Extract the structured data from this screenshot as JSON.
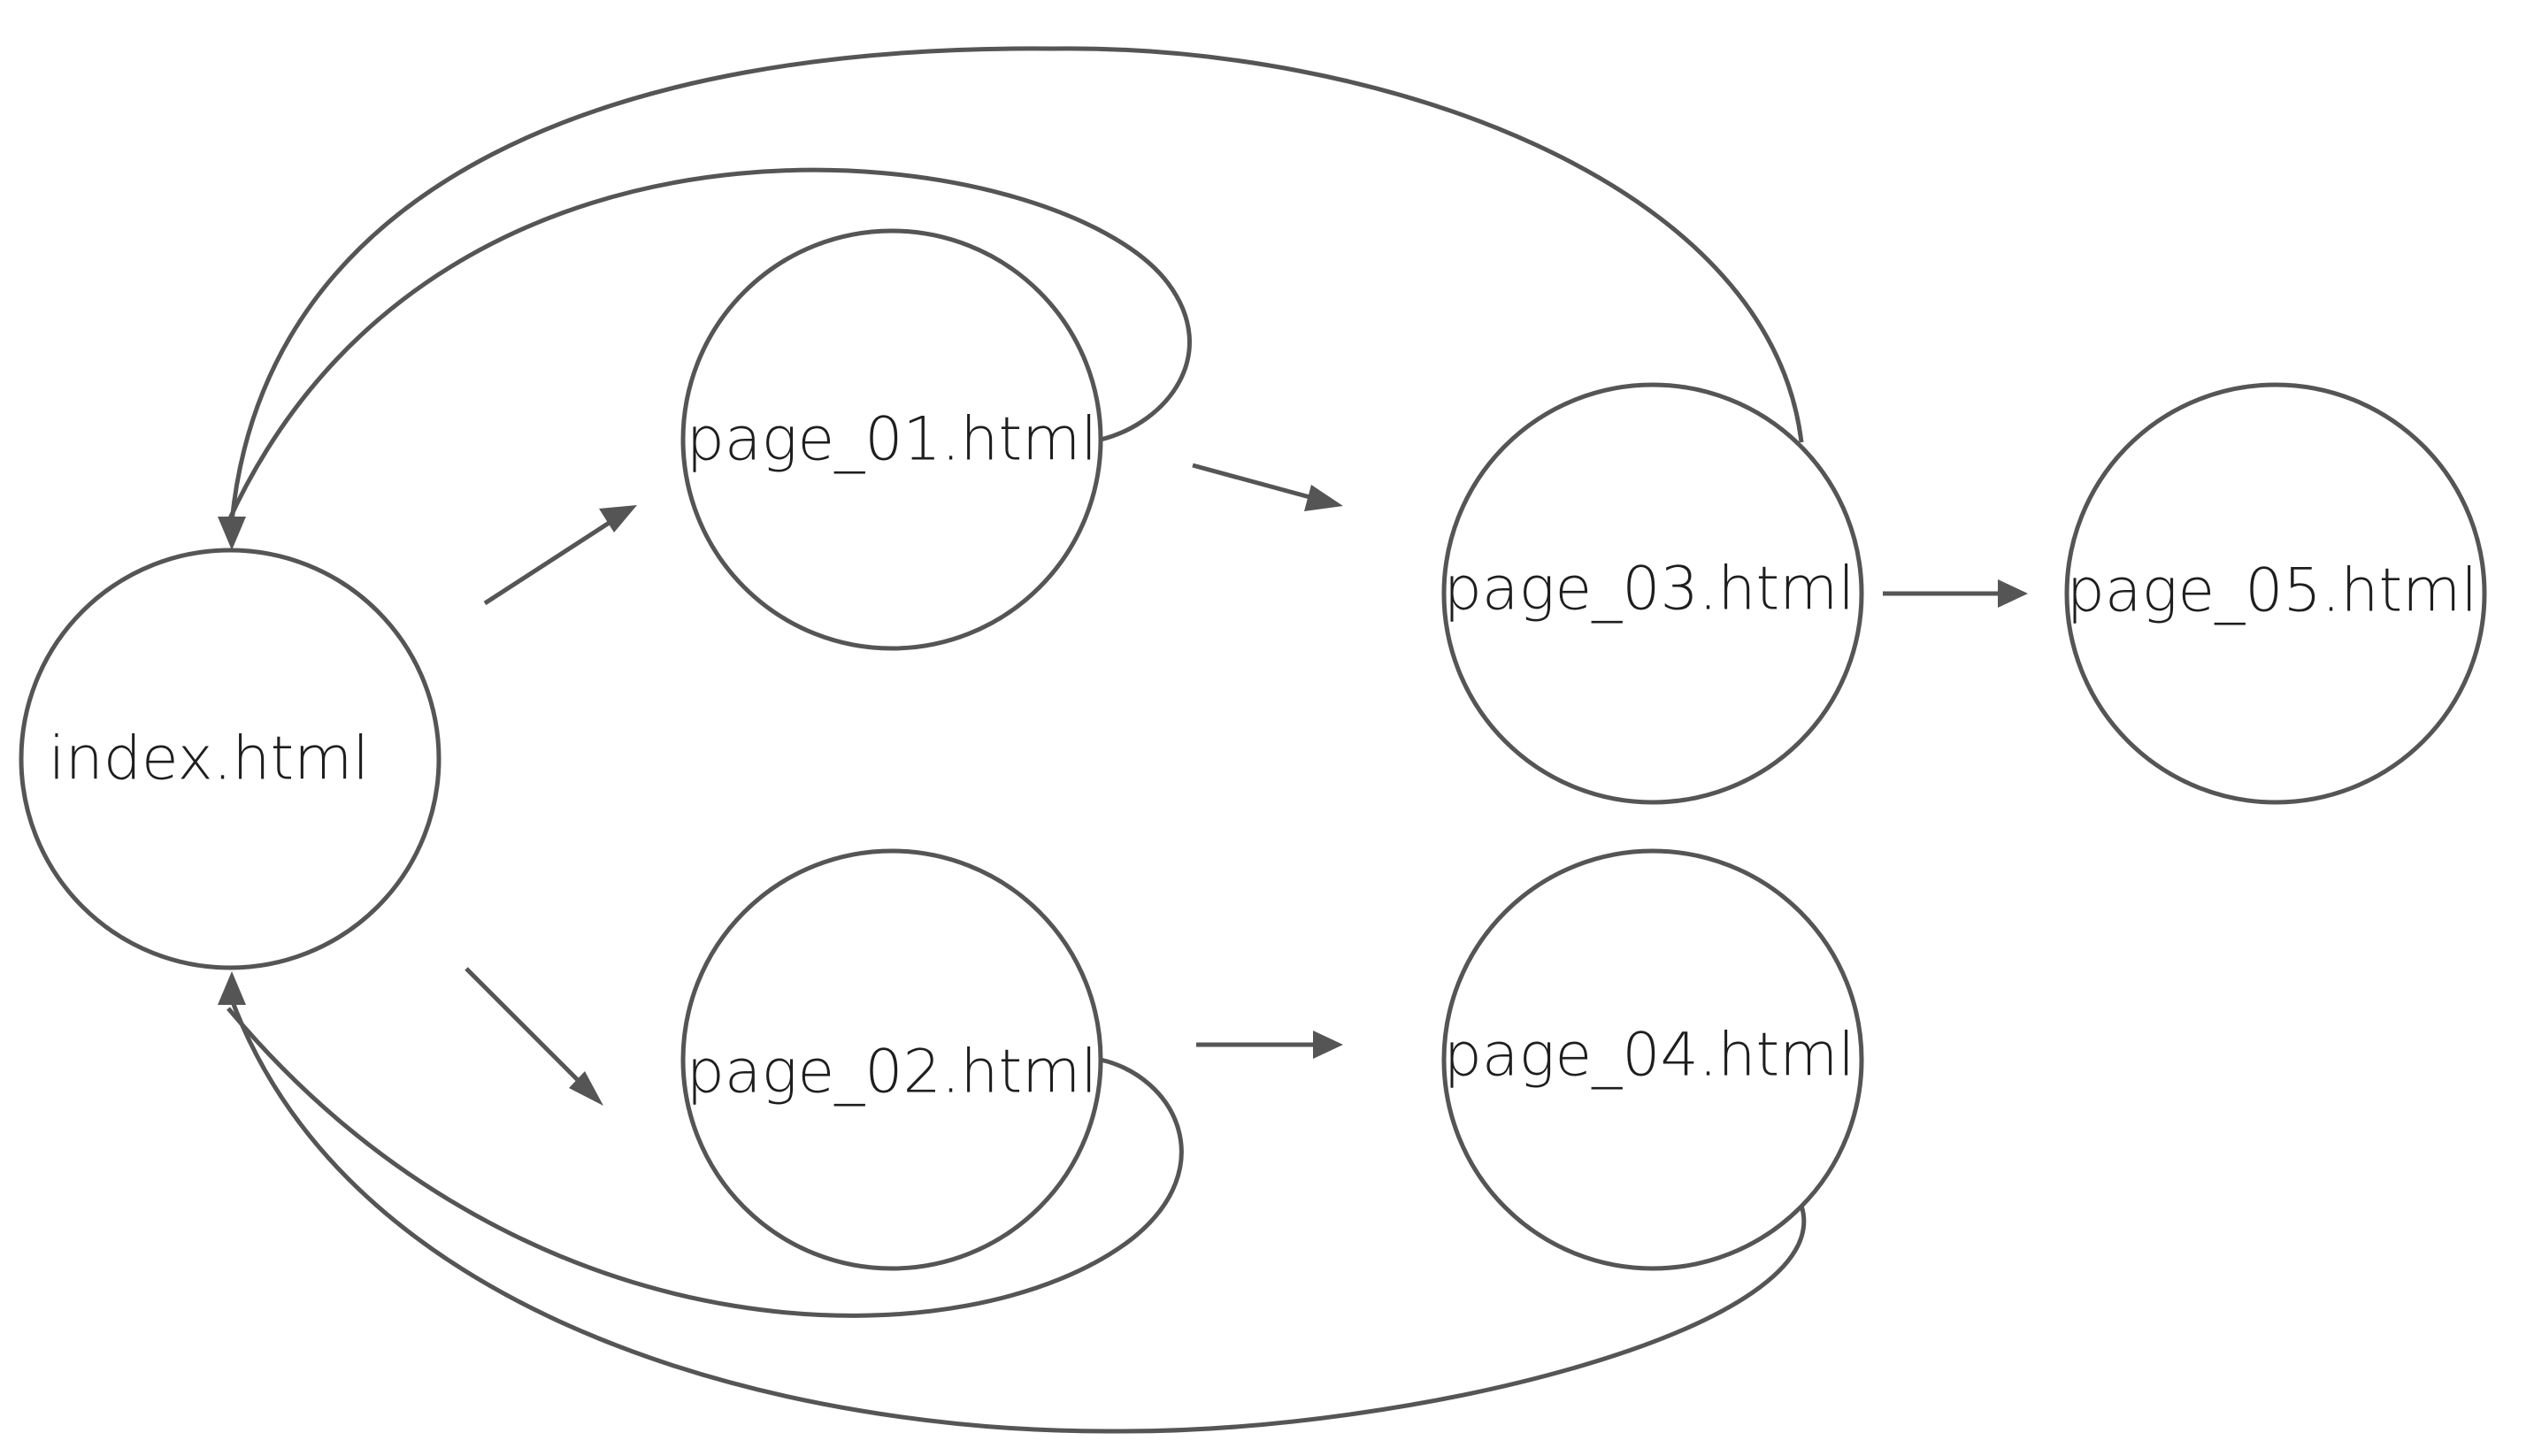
{
  "diagram": {
    "colors": {
      "stroke": "#555555",
      "text": "#1e1e1e",
      "background": "#ffffff"
    },
    "nodes": [
      {
        "id": "index",
        "label": "index.html"
      },
      {
        "id": "page_01",
        "label": "page_01.html"
      },
      {
        "id": "page_02",
        "label": "page_02.html"
      },
      {
        "id": "page_03",
        "label": "page_03.html"
      },
      {
        "id": "page_04",
        "label": "page_04.html"
      },
      {
        "id": "page_05",
        "label": "page_05.html"
      }
    ],
    "edges": [
      {
        "from": "index",
        "to": "page_01"
      },
      {
        "from": "index",
        "to": "page_02"
      },
      {
        "from": "page_01",
        "to": "page_03"
      },
      {
        "from": "page_02",
        "to": "page_04"
      },
      {
        "from": "page_03",
        "to": "page_05"
      },
      {
        "from": "page_01",
        "to": "index"
      },
      {
        "from": "page_03",
        "to": "index"
      },
      {
        "from": "page_02",
        "to": "index"
      },
      {
        "from": "page_04",
        "to": "index"
      }
    ]
  }
}
